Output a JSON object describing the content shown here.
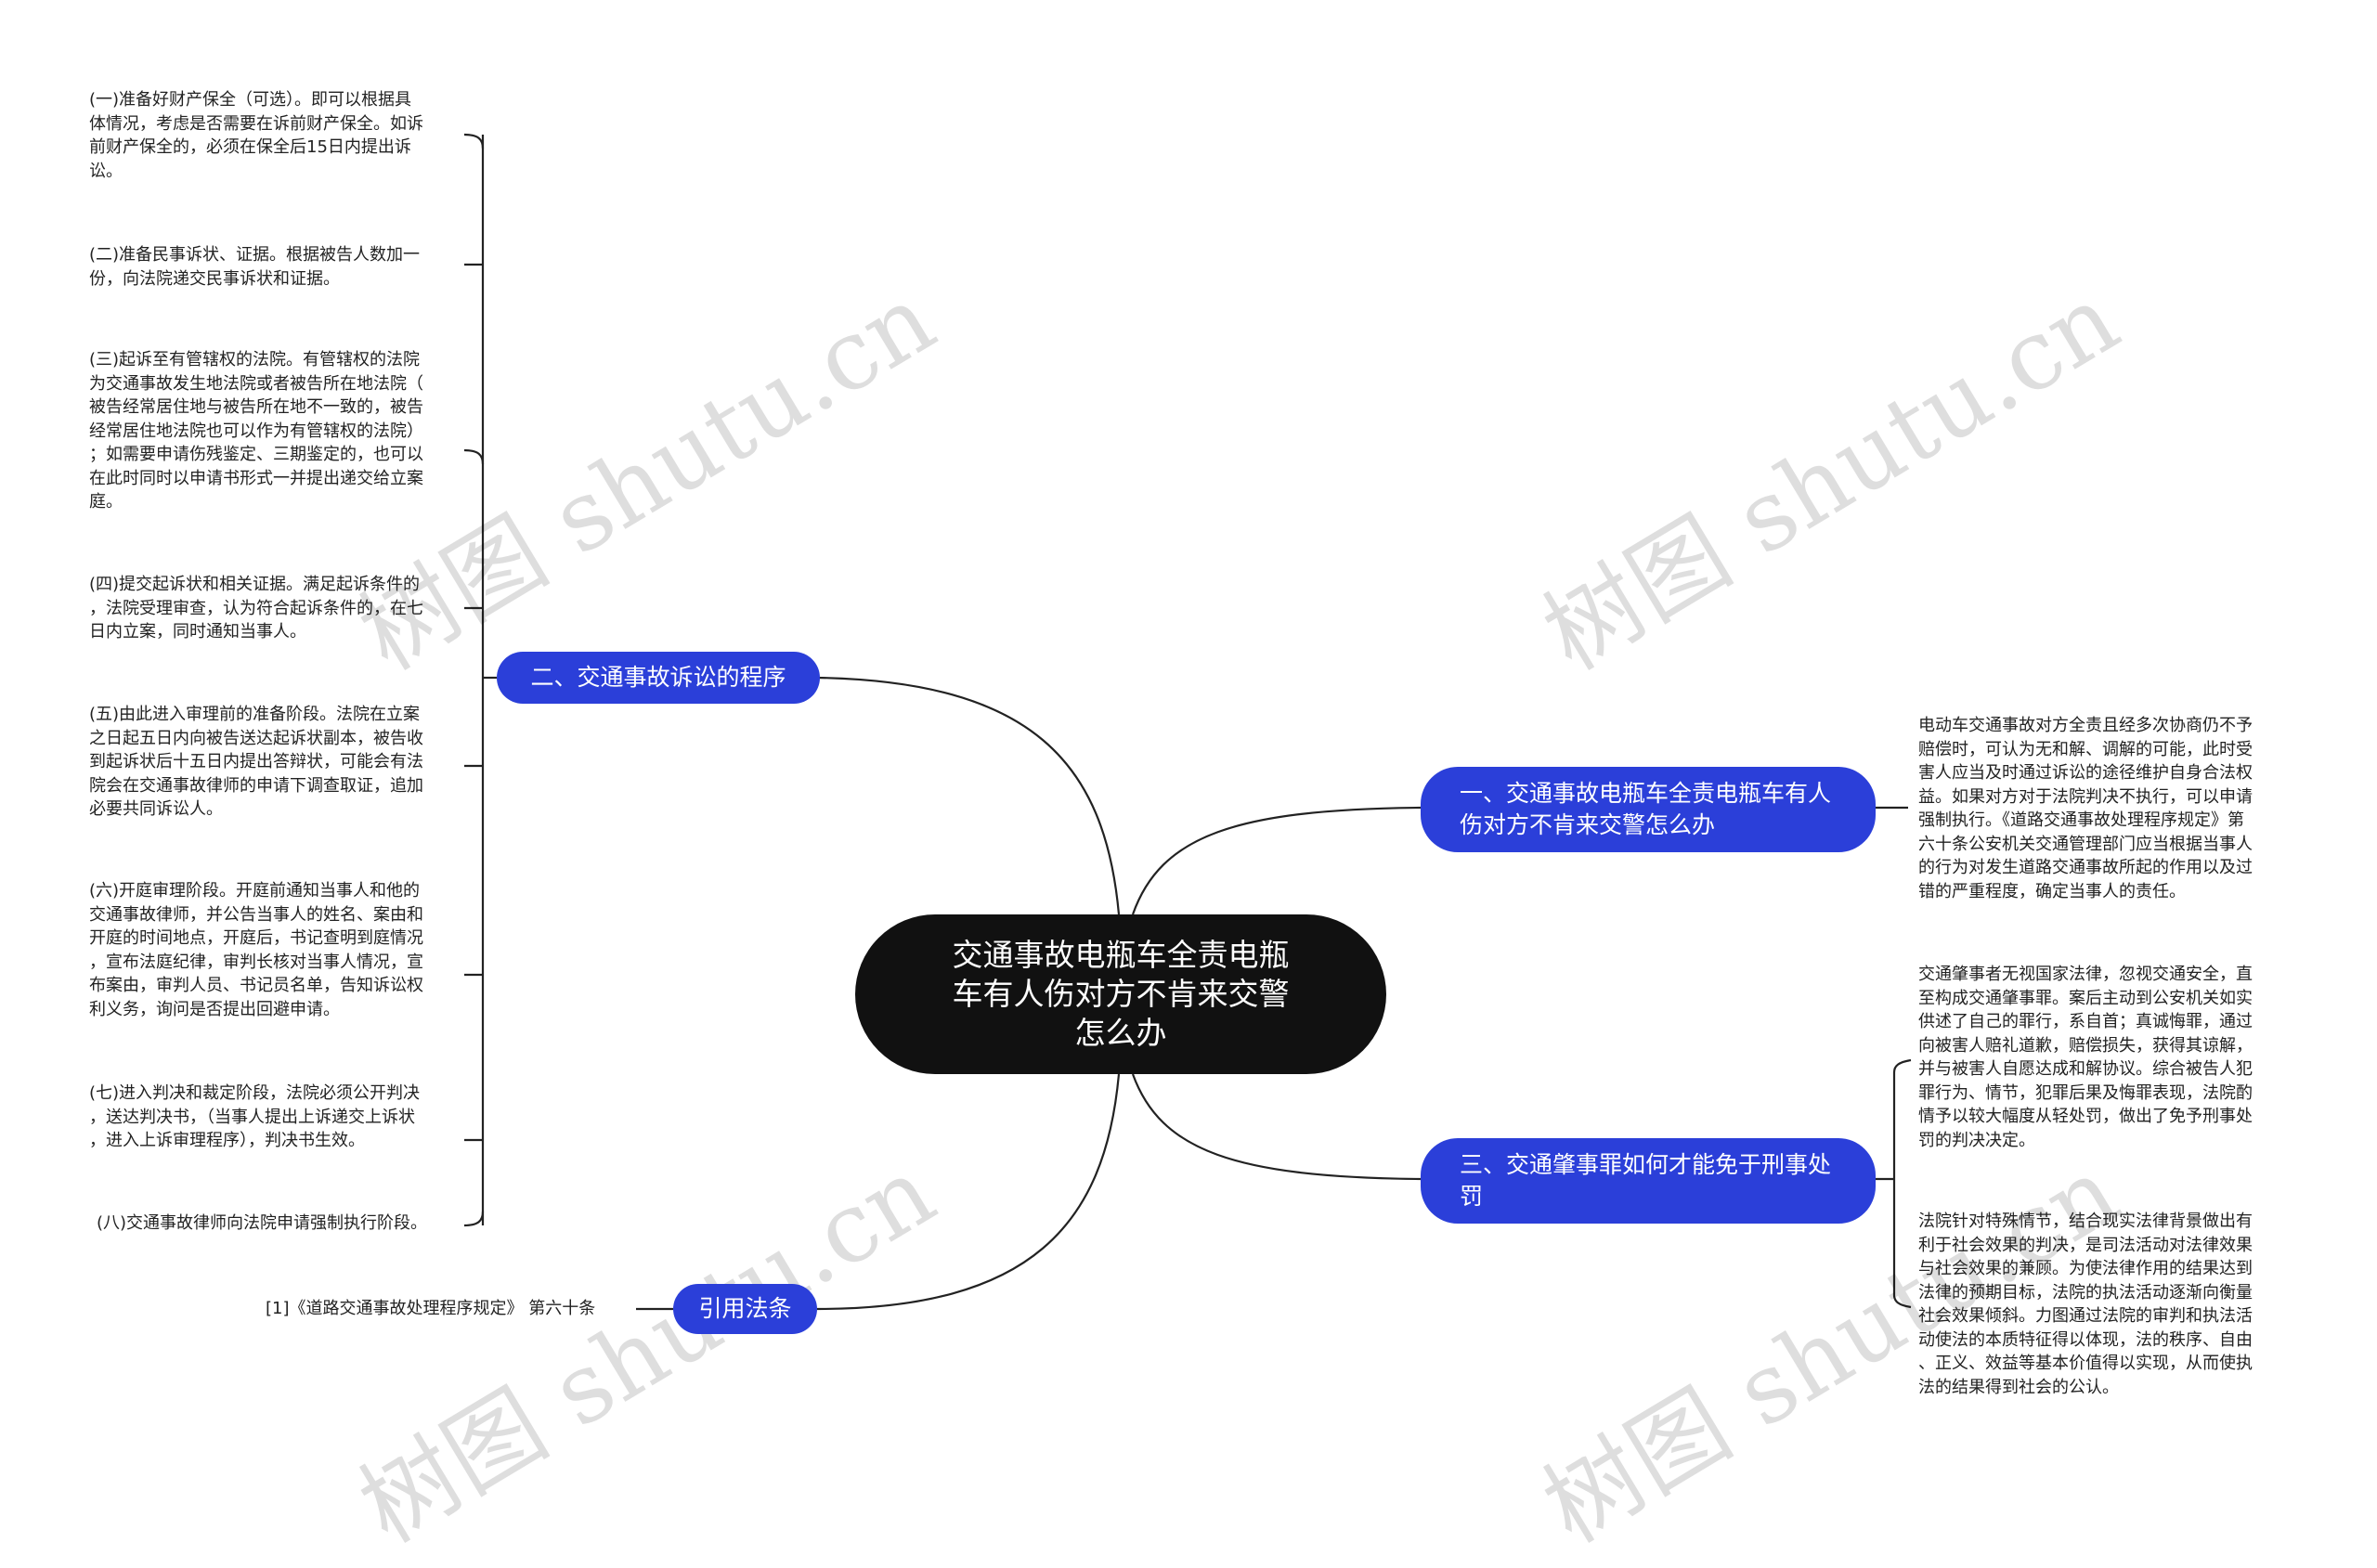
{
  "watermark": "树图 shutu.cn",
  "root": {
    "text": "交通事故电瓶车全责电瓶车有人伤对方不肯来交警怎么办"
  },
  "branches": {
    "litigation": {
      "label": "二、交通事故诉讼的程序"
    },
    "law": {
      "label": "引用法条"
    },
    "police": {
      "label": "一、交通事故电瓶车全责电瓶车有人伤对方不肯来交警怎么办"
    },
    "exempt": {
      "label": "三、交通肇事罪如何才能免于刑事处罚"
    }
  },
  "leaves": {
    "step1": [
      "(一)准备好财产保全（可选）。即可以根据具",
      "体情况，考虑是否需要在诉前财产保全。如诉",
      "前财产保全的，必须在保全后15日内提出诉",
      "讼。"
    ],
    "step2": [
      "(二)准备民事诉状、证据。根据被告人数加一",
      "份，向法院递交民事诉状和证据。"
    ],
    "step3": [
      "(三)起诉至有管辖权的法院。有管辖权的法院",
      "为交通事故发生地法院或者被告所在地法院（",
      "被告经常居住地与被告所在地不一致的，被告",
      "经常居住地法院也可以作为有管辖权的法院）",
      "；如需要申请伤残鉴定、三期鉴定的，也可以",
      "在此时同时以申请书形式一并提出递交给立案",
      "庭。"
    ],
    "step4": [
      "(四)提交起诉状和相关证据。满足起诉条件的",
      "，法院受理审查，认为符合起诉条件的，在七",
      "日内立案，同时通知当事人。"
    ],
    "step5": [
      "(五)由此进入审理前的准备阶段。法院在立案",
      "之日起五日内向被告送达起诉状副本，被告收",
      "到起诉状后十五日内提出答辩状，可能会有法",
      "院会在交通事故律师的申请下调查取证，追加",
      "必要共同诉讼人。"
    ],
    "step6": [
      "(六)开庭审理阶段。开庭前通知当事人和他的",
      "交通事故律师，并公告当事人的姓名、案由和",
      "开庭的时间地点，开庭后，书记查明到庭情况",
      "，宣布法庭纪律，审判长核对当事人情况，宣",
      "布案由，审判人员、书记员名单，告知诉讼权",
      "利义务，询问是否提出回避申请。"
    ],
    "step7": [
      "(七)进入判决和裁定阶段，法院必须公开判决",
      "，送达判决书，（当事人提出上诉递交上诉状",
      "，进入上诉审理程序），判决书生效。"
    ],
    "step8": [
      "(八)交通事故律师向法院申请强制执行阶段。"
    ],
    "law_ref": [
      "[1]《道路交通事故处理程序规定》 第六十条"
    ],
    "police_text": [
      "电动车交通事故对方全责且经多次协商仍不予",
      "赔偿时，可认为无和解、调解的可能，此时受",
      "害人应当及时通过诉讼的途径维护自身合法权",
      "益。如果对方对于法院判决不执行，可以申请",
      "强制执行。《道路交通事故处理程序规定》第",
      "六十条公安机关交通管理部门应当根据当事人",
      "的行为对发生道路交通事故所起的作用以及过",
      "错的严重程度，确定当事人的责任。"
    ],
    "exempt_text1": [
      "交通肇事者无视国家法律，忽视交通安全，直",
      "至构成交通肇事罪。案后主动到公安机关如实",
      "供述了自己的罪行，系自首；真诚悔罪，通过",
      "向被害人赔礼道歉，赔偿损失，获得其谅解，",
      "并与被害人自愿达成和解协议。综合被告人犯",
      "罪行为、情节，犯罪后果及悔罪表现，法院酌",
      "情予以较大幅度从轻处罚，做出了免予刑事处",
      "罚的判决决定。"
    ],
    "exempt_text2": [
      "法院针对特殊情节，结合现实法律背景做出有",
      "利于社会效果的判决，是司法活动对法律效果",
      "与社会效果的兼顾。为使法律作用的结果达到",
      "法律的预期目标，法院的执法活动逐渐向衡量",
      "社会效果倾斜。力图通过法院的审判和执法活",
      "动使法的本质特征得以体现，法的秩序、自由",
      "、正义、效益等基本价值得以实现，从而使执",
      "法的结果得到社会的公认。"
    ]
  },
  "colors": {
    "root": "#111111",
    "branch": "#2b3fd9",
    "line": "#222222"
  }
}
